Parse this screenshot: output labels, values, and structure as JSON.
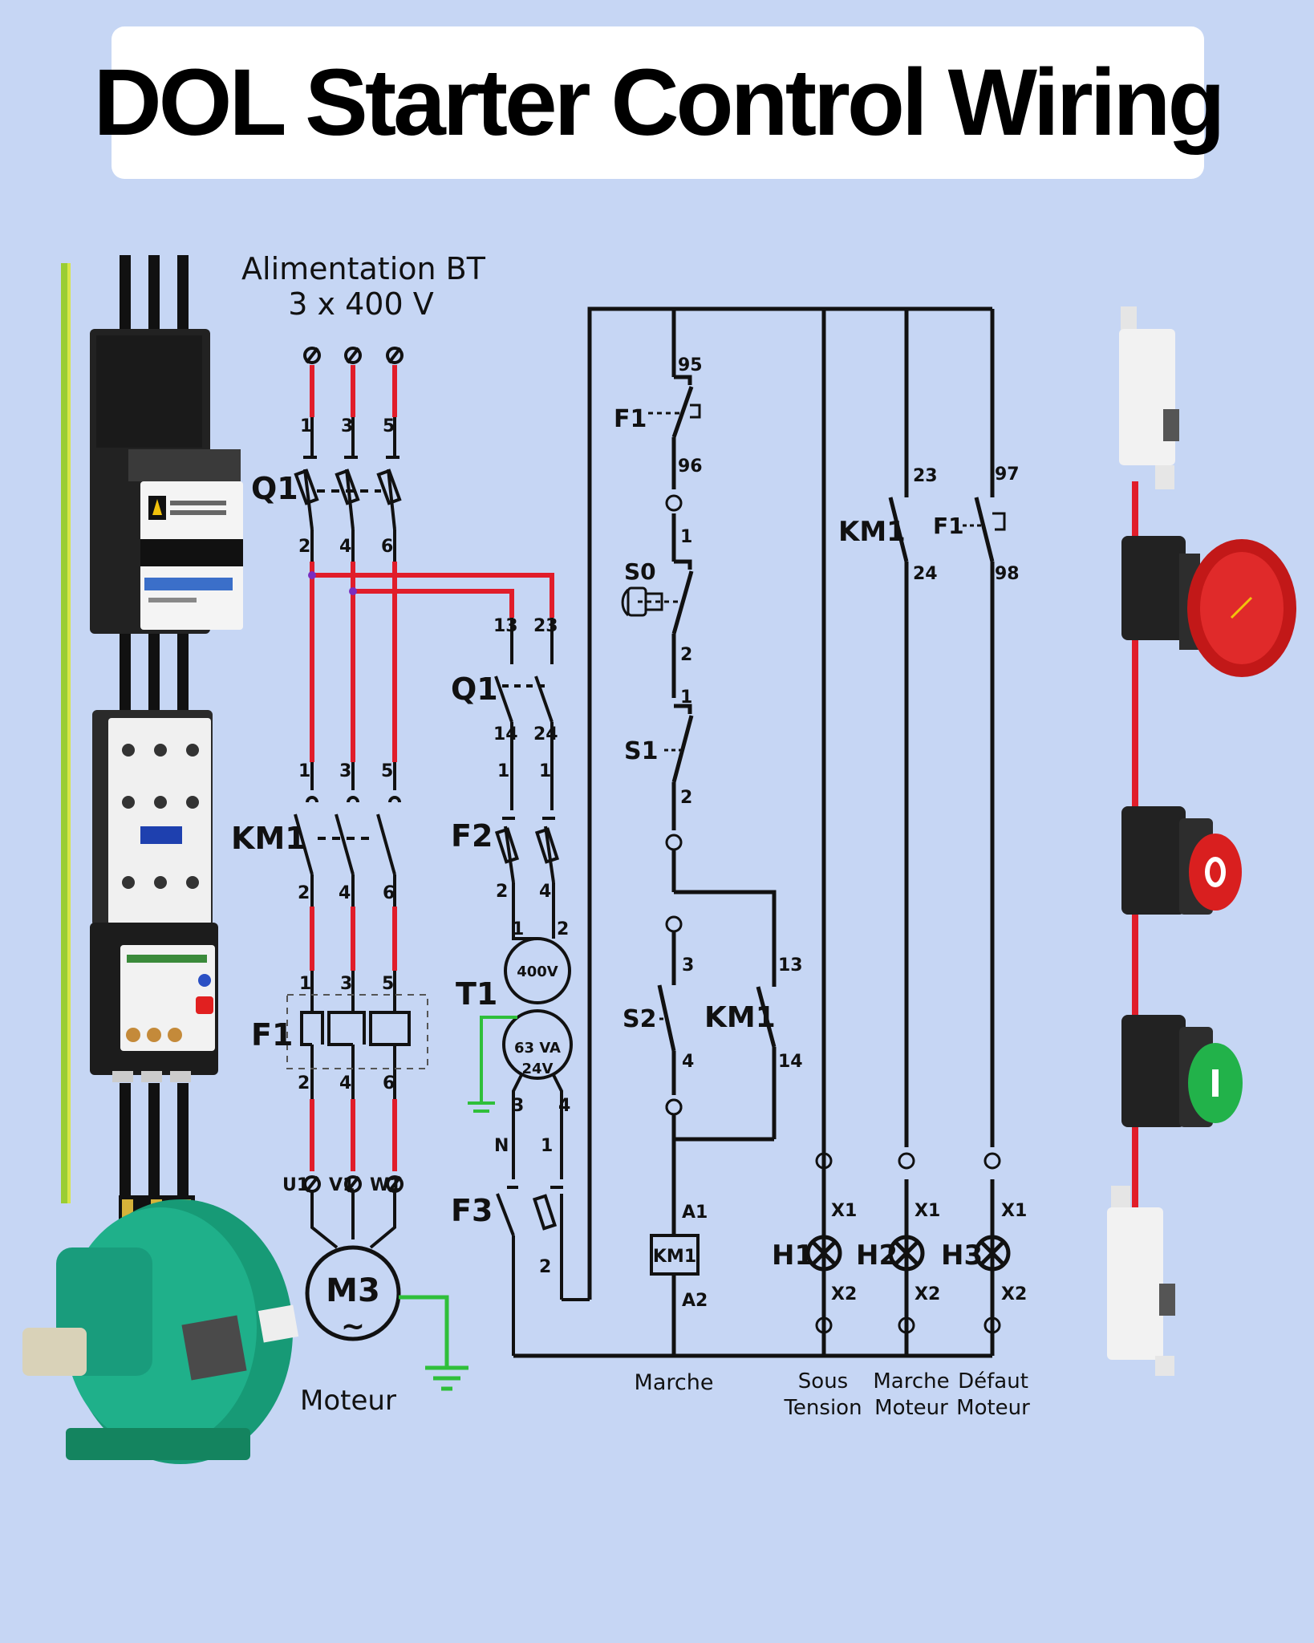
{
  "title": "DOL Starter Control  Wiring",
  "power": {
    "supply_line1": "Alimentation BT",
    "supply_line2": "3 x 400 V",
    "q1": "Q1",
    "km1": "KM1",
    "f1": "F1",
    "motor": "M3",
    "motor_tilde": "~",
    "motor_caption": "Moteur",
    "q1_in": [
      "1",
      "3",
      "5"
    ],
    "q1_out": [
      "2",
      "4",
      "6"
    ],
    "km1_in": [
      "1",
      "3",
      "5"
    ],
    "km1_out": [
      "2",
      "4",
      "6"
    ],
    "f1_in": [
      "1",
      "3",
      "5"
    ],
    "f1_out": [
      "2",
      "4",
      "6"
    ],
    "motor_terminals": [
      "U1",
      "V1",
      "W1"
    ]
  },
  "aux": {
    "q1": "Q1",
    "q1_top": [
      "13",
      "23"
    ],
    "q1_bottom": [
      "14",
      "24"
    ],
    "f2": "F2",
    "f2_in": [
      "1",
      "1"
    ],
    "f2_out": [
      "2",
      "4"
    ],
    "t1": "T1",
    "t1_top": [
      "1",
      "2"
    ],
    "t1_primary": "400V",
    "t1_power": "63 VA",
    "t1_secondary": "24V",
    "t1_bottom": [
      "3",
      "4"
    ],
    "f3": "F3",
    "f3_top": [
      "N",
      "1"
    ],
    "f3_out": "2"
  },
  "control": {
    "f1": "F1",
    "f1_top": "95",
    "f1_bottom": "96",
    "s0": "S0",
    "s0_in": "1",
    "s0_out": "2",
    "s1": "S1",
    "s1_in": "1",
    "s1_out": "2",
    "s2": "S2",
    "s2_in": "3",
    "s2_out": "4",
    "km1_hold": "KM1",
    "km1_hold_top": "13",
    "km1_hold_bottom": "14",
    "coil": "KM1",
    "coil_a1": "A1",
    "coil_a2": "A2",
    "km1_aux": "KM1",
    "km1_aux_top": "23",
    "km1_aux_bottom": "24",
    "f1_aux": "F1",
    "f1_aux_top": "97",
    "f1_aux_bottom": "98",
    "lamps": [
      {
        "name": "H1",
        "x1": "X1",
        "x2": "X2"
      },
      {
        "name": "H2",
        "x1": "X1",
        "x2": "X2"
      },
      {
        "name": "H3",
        "x1": "X1",
        "x2": "X2"
      }
    ],
    "captions": {
      "marche": "Marche",
      "sous_tension": [
        "Sous",
        "Tension"
      ],
      "marche_moteur": [
        "Marche",
        "Moteur"
      ],
      "defaut_moteur": [
        "Défaut",
        "Moteur"
      ]
    }
  },
  "colors": {
    "phase_wire": "#e11d2a",
    "earth_wire": "#2fbf3a",
    "earth_yellow": "#d8e64a",
    "motor_green": "#1fa67f",
    "stop_red": "#d91f1f",
    "start_green": "#22b24a"
  }
}
